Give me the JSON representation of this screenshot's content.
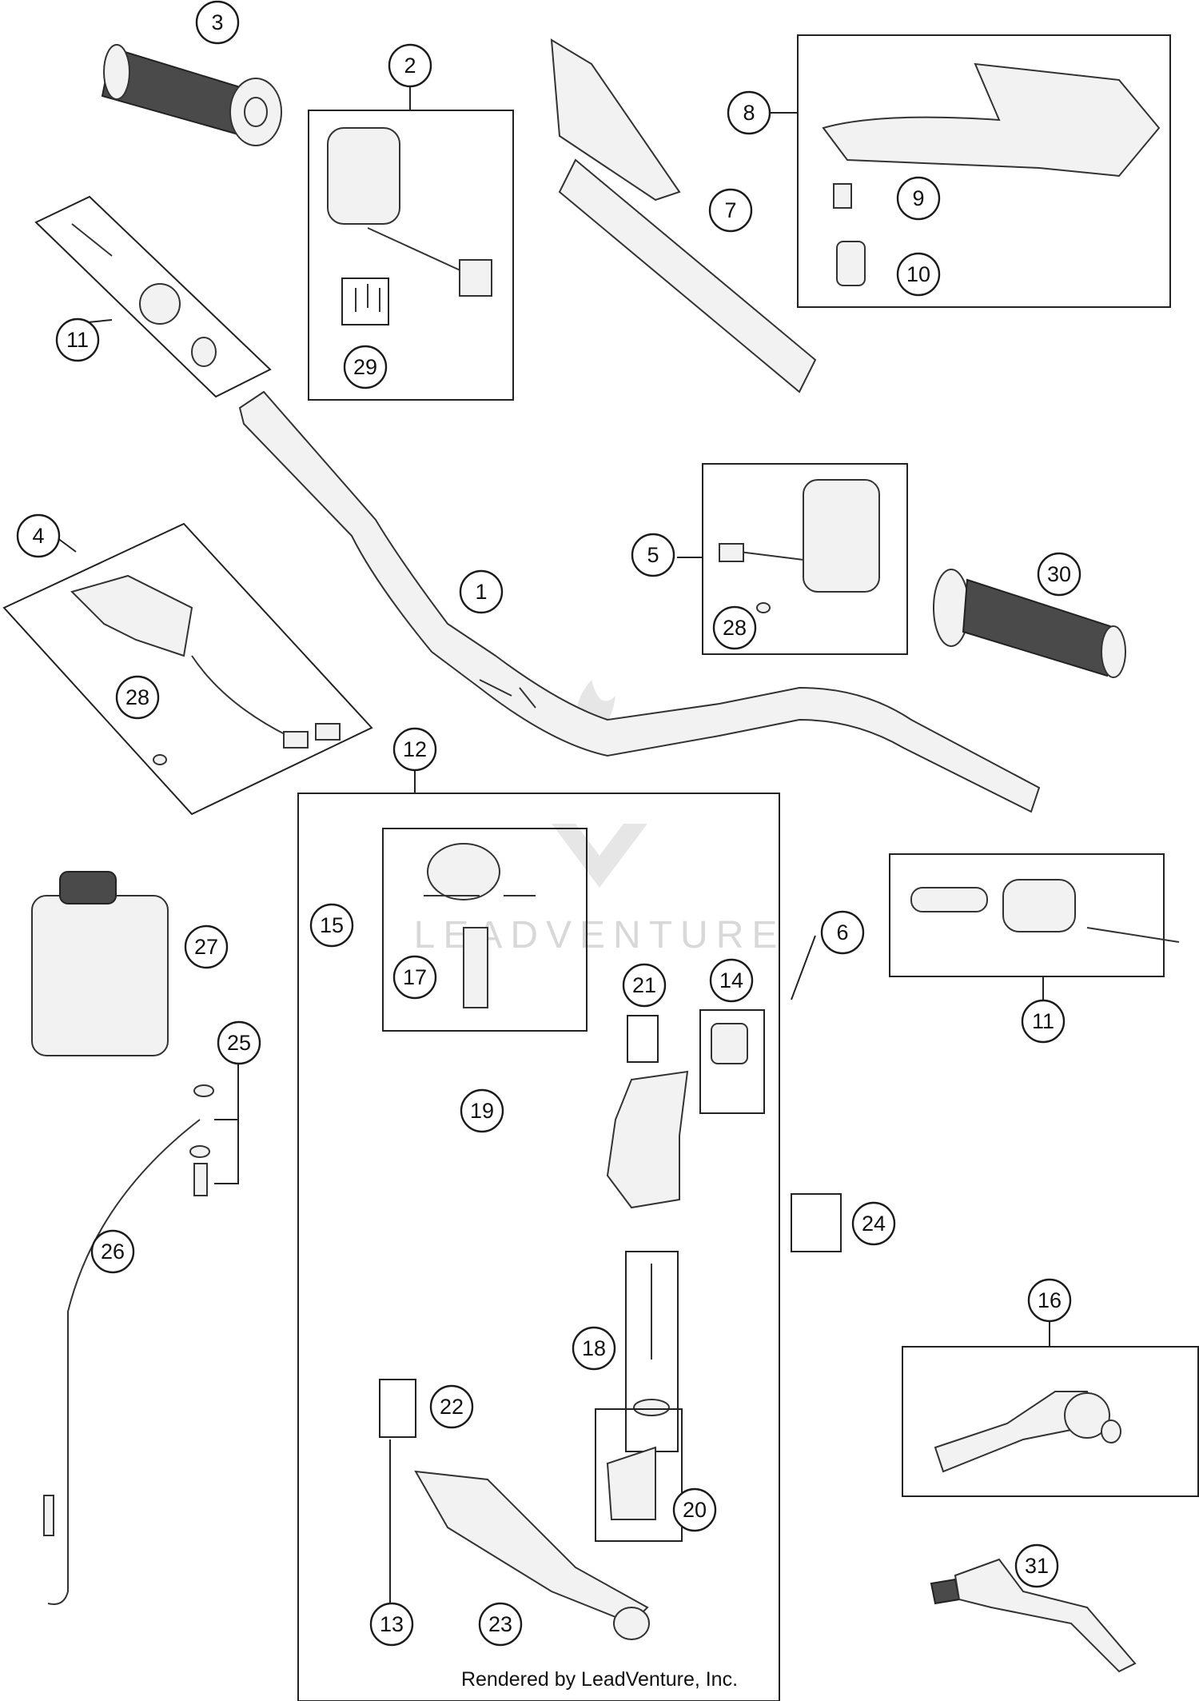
{
  "footer_text": "Rendered by LeadVenture, Inc.",
  "watermark_text": "LEADVENTURE",
  "colors": {
    "line": "#222222",
    "part_fill": "#f2f2f2",
    "grip_dark": "#4a4a4a",
    "watermark": "#d8d8d8"
  },
  "callouts": [
    "1",
    "2",
    "3",
    "4",
    "5",
    "6",
    "7",
    "8",
    "9",
    "10",
    "11",
    "11",
    "12",
    "13",
    "14",
    "15",
    "16",
    "17",
    "18",
    "19",
    "20",
    "21",
    "22",
    "23",
    "24",
    "25",
    "26",
    "27",
    "28",
    "28",
    "29",
    "30",
    "31"
  ]
}
